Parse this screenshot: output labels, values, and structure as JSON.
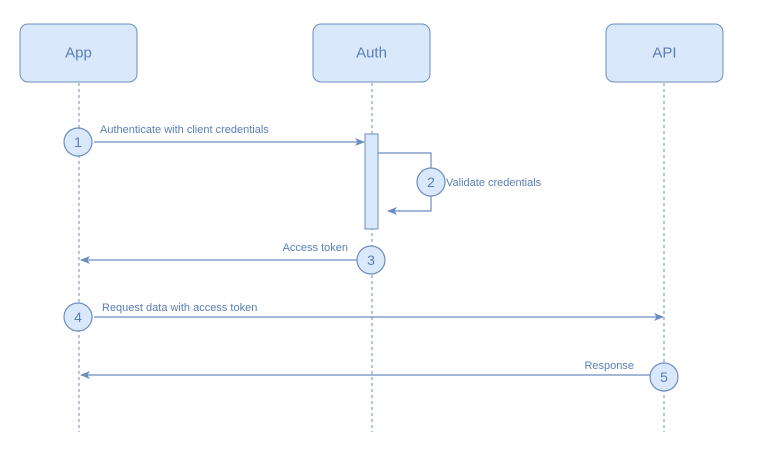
{
  "diagram": {
    "participants": [
      {
        "id": "app",
        "label": "App"
      },
      {
        "id": "auth",
        "label": "Auth"
      },
      {
        "id": "api",
        "label": "API"
      }
    ],
    "messages": [
      {
        "step": "1",
        "label": "Authenticate with client credentials",
        "from": "app",
        "to": "auth"
      },
      {
        "step": "2",
        "label": "Validate credentials",
        "from": "auth",
        "to": "auth"
      },
      {
        "step": "3",
        "label": "Access token",
        "from": "auth",
        "to": "app"
      },
      {
        "step": "4",
        "label": "Request data with access token",
        "from": "app",
        "to": "api"
      },
      {
        "step": "5",
        "label": "Response",
        "from": "api",
        "to": "app"
      }
    ],
    "colors": {
      "fill": "#dae8fc",
      "stroke": "#6c8ebf",
      "text": "#5b7eb5"
    }
  }
}
